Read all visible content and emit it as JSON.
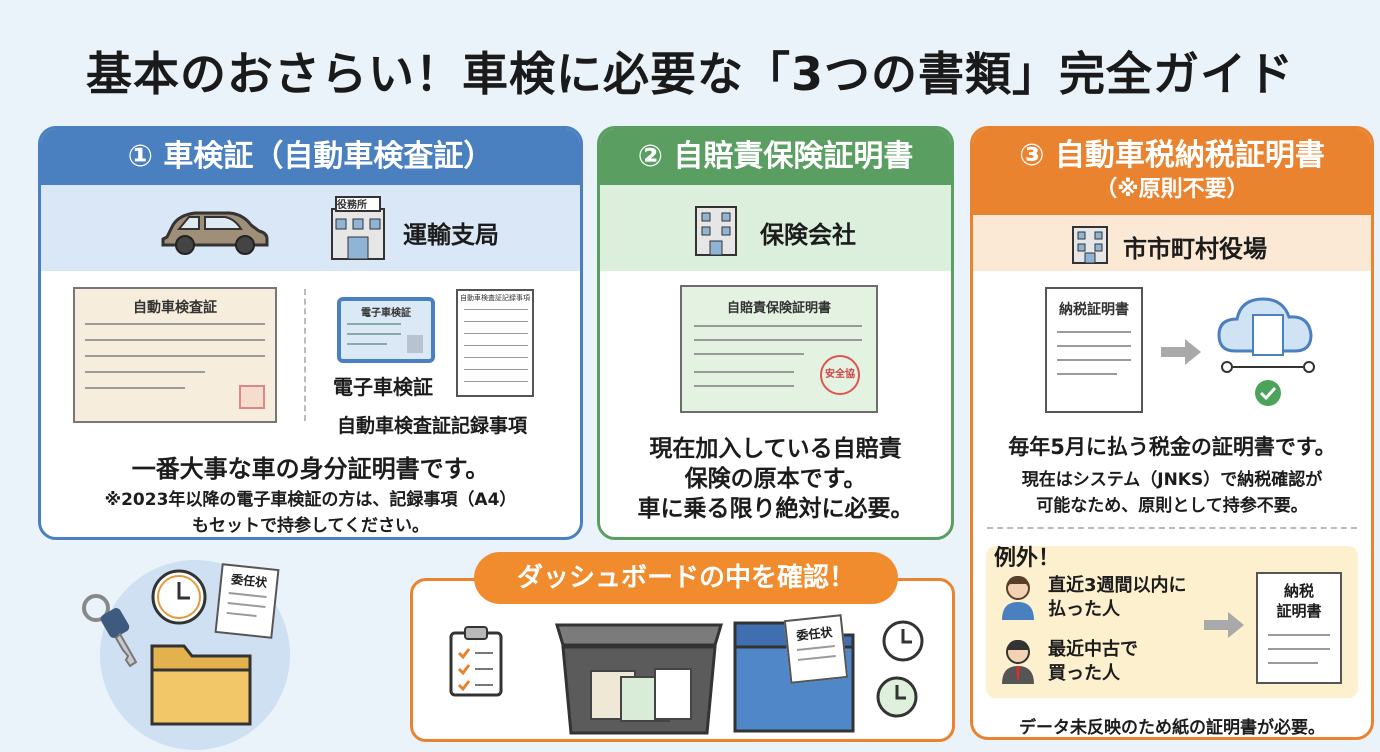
{
  "title": "基本のおさらい！車検に必要な「3つの書類」完全ガイド",
  "card1": {
    "header": "① 車検証（自動車検査証）",
    "issuer": "運輸支局",
    "building_sign": "役務所",
    "doc_title": "自動車検査証",
    "e_card_title": "電子車検証",
    "e_card_label": "電子車検証",
    "record_title": "自動車検査証記録事項",
    "record_label": "自動車検査証記録事項",
    "desc": "一番大事な車の身分証明書です。",
    "note_line1": "※2023年以降の電子車検証の方は、記録事項（A4）",
    "note_line2": "もセットで持参してください。"
  },
  "card2": {
    "header": "② 自賠責保険証明書",
    "issuer": "保険会社",
    "doc_title": "自賠責保険証明書",
    "stamp": "安全協",
    "desc_line1": "現在加入している自賠責",
    "desc_line2": "保険の原本です。",
    "desc_line3": "車に乗る限り絶対に必要。"
  },
  "card3": {
    "header": "③ 自動車税納税証明書",
    "sub_header": "（※原則不要）",
    "issuer": "市市町村役場",
    "doc_title": "納税証明書",
    "desc": "毎年5月に払う税金の証明書です。",
    "note_line1": "現在はシステム（JNKS）で納税確認が",
    "note_line2": "可能なため、原則として持参不要。",
    "exception_title": "例外！",
    "case1_line1": "直近3週間以内に",
    "case1_line2": "払った人",
    "case2_line1": "最近中古で",
    "case2_line2": "買った人",
    "doc2_line1": "納税",
    "doc2_line2": "証明書",
    "footer": "データ未反映のため紙の証明書が必要。"
  },
  "bottom_left": {
    "letter_label": "委任状"
  },
  "dashboard": {
    "banner": "ダッシュボードの中を確認！",
    "folder_label": "委任状"
  },
  "colors": {
    "blue": "#4a7fc0",
    "green": "#5a9e62",
    "orange": "#e9832f",
    "background": "#eaf2fa"
  }
}
